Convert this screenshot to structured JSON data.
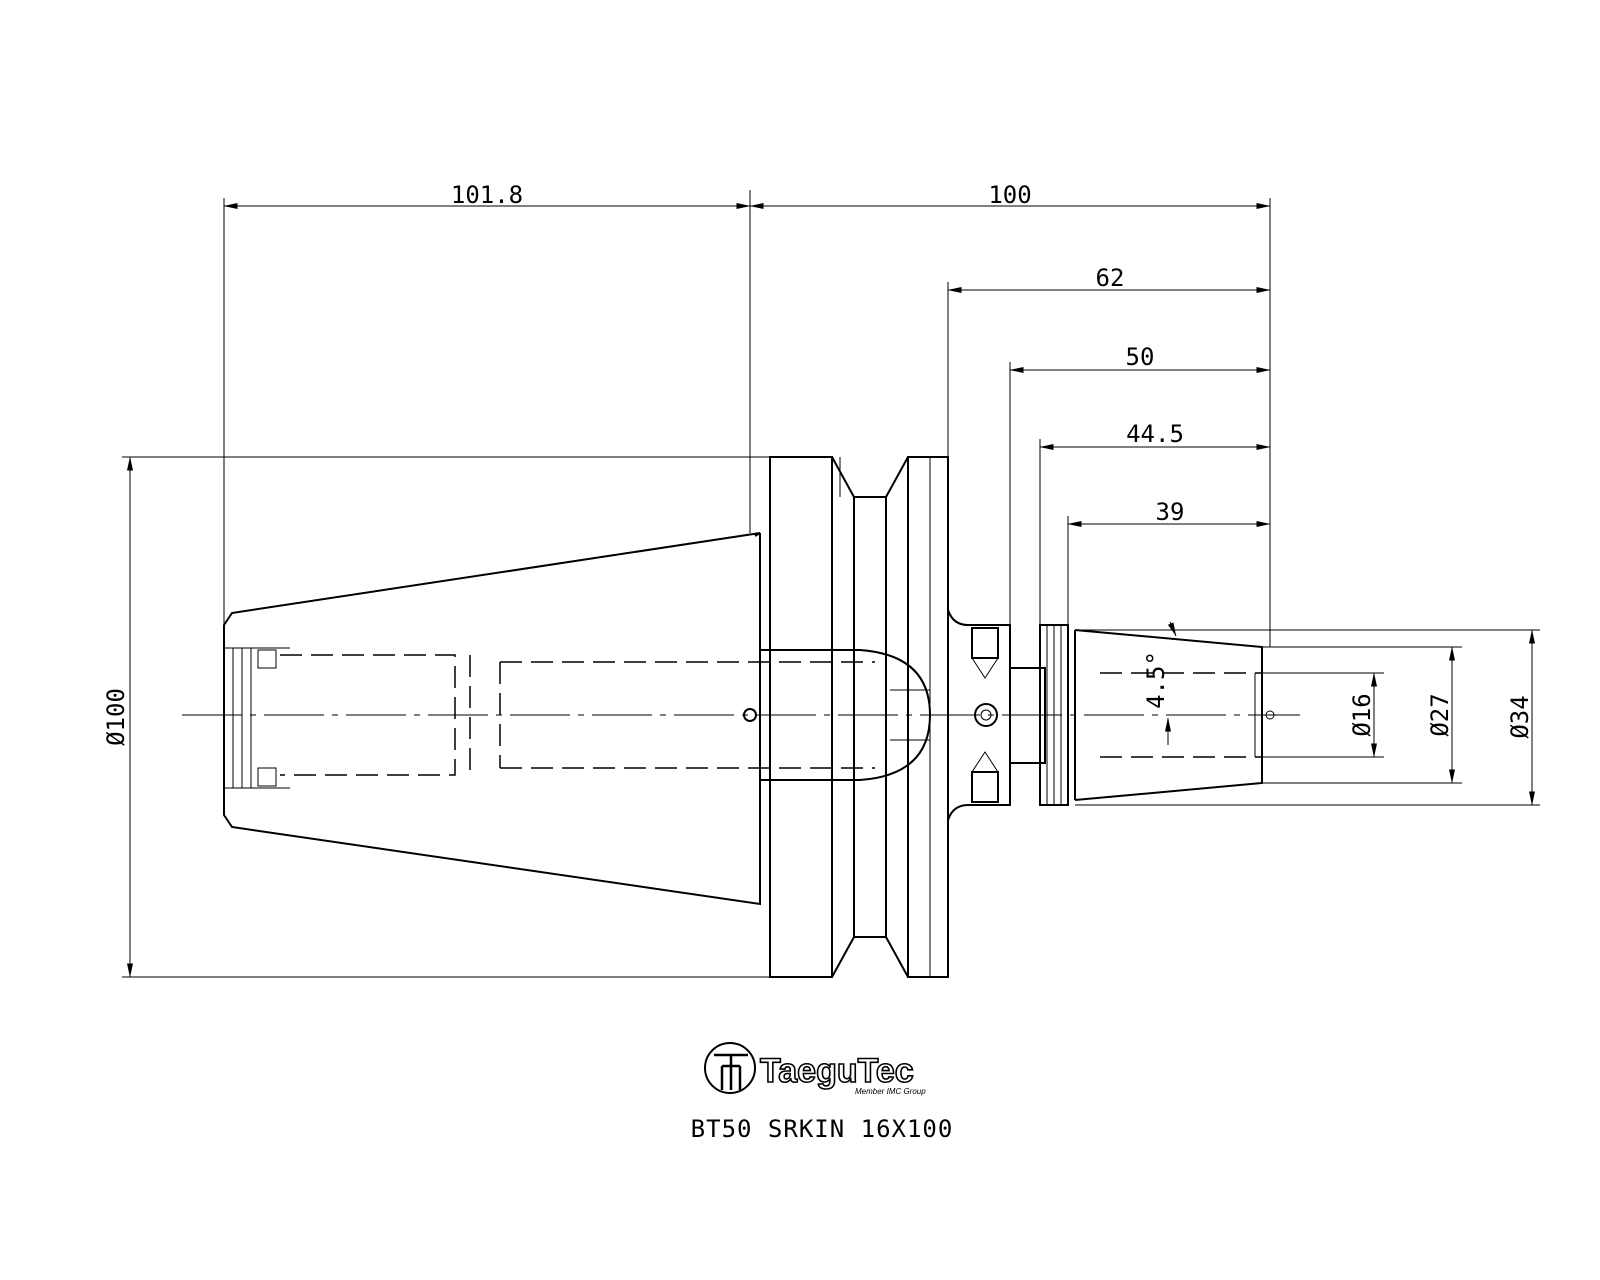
{
  "dimensions": {
    "taper_length": "101.8",
    "gauge_to_end": "100",
    "flange_to_end": "62",
    "clamp_length": "50",
    "nose_length": "44.5",
    "cone_length": "39",
    "taper_angle": "4.5°",
    "flange_dia": "Ø100",
    "bore_dia": "Ø16",
    "nose_tip_dia": "Ø27",
    "nose_base_dia": "Ø34"
  },
  "logo": {
    "brand": "TaeguTec",
    "tagline": "Member IMC Group"
  },
  "part_number": "BT50 SRKIN 16X100"
}
